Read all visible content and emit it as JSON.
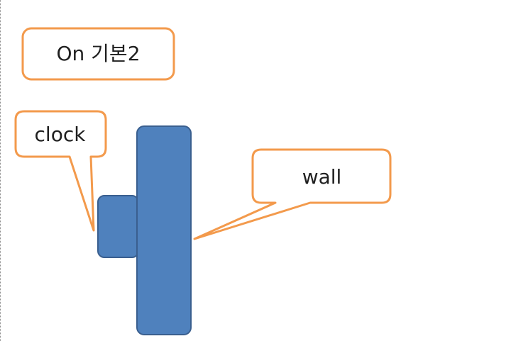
{
  "labels": {
    "title": "On 기본2",
    "clock": "clock",
    "wall": "wall"
  },
  "colors": {
    "callout_border": "#f39a4c",
    "callout_fill": "#ffffff",
    "shape_fill": "#4f81bd",
    "shape_border": "#3a5f8f",
    "text": "#1f1f1f"
  }
}
